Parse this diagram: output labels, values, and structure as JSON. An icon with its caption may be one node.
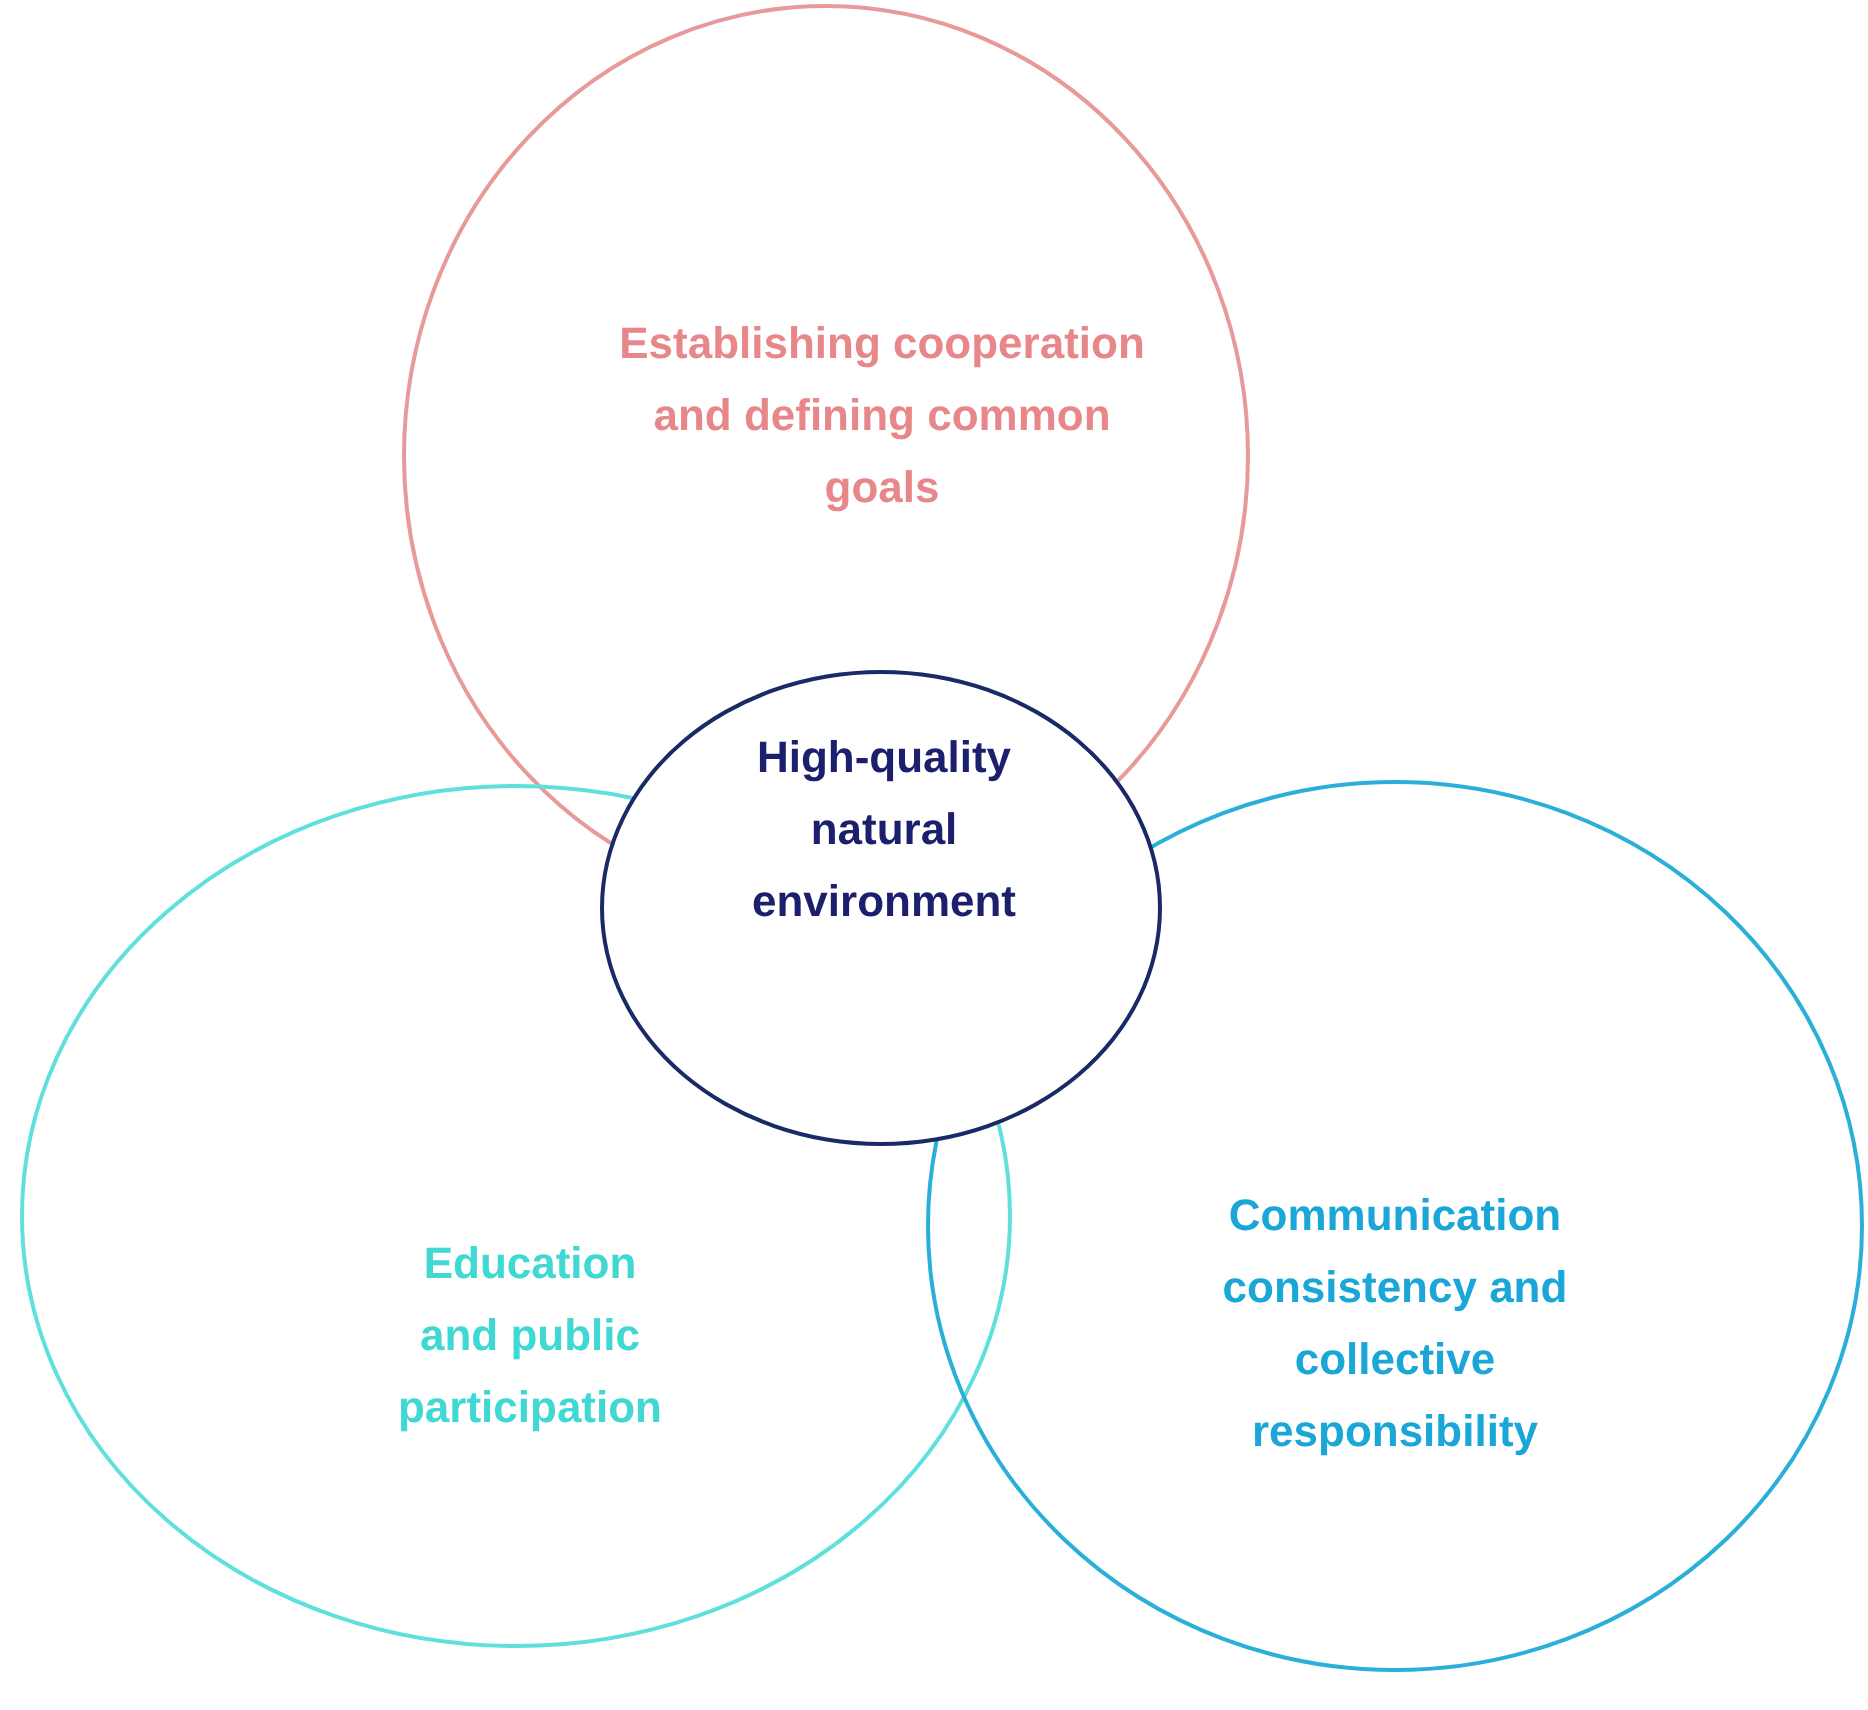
{
  "diagram": {
    "nodes": [
      {
        "text": [
          "Establishing cooperation and defining common goals"
        ]
      },
      {
        "text": [
          "Education and public participation"
        ]
      },
      {
        "text": [
          "Communication consistency and collective responsibility"
        ]
      },
      {
        "text": [
          "High-quality natural environment"
        ]
      }
    ]
  }
}
